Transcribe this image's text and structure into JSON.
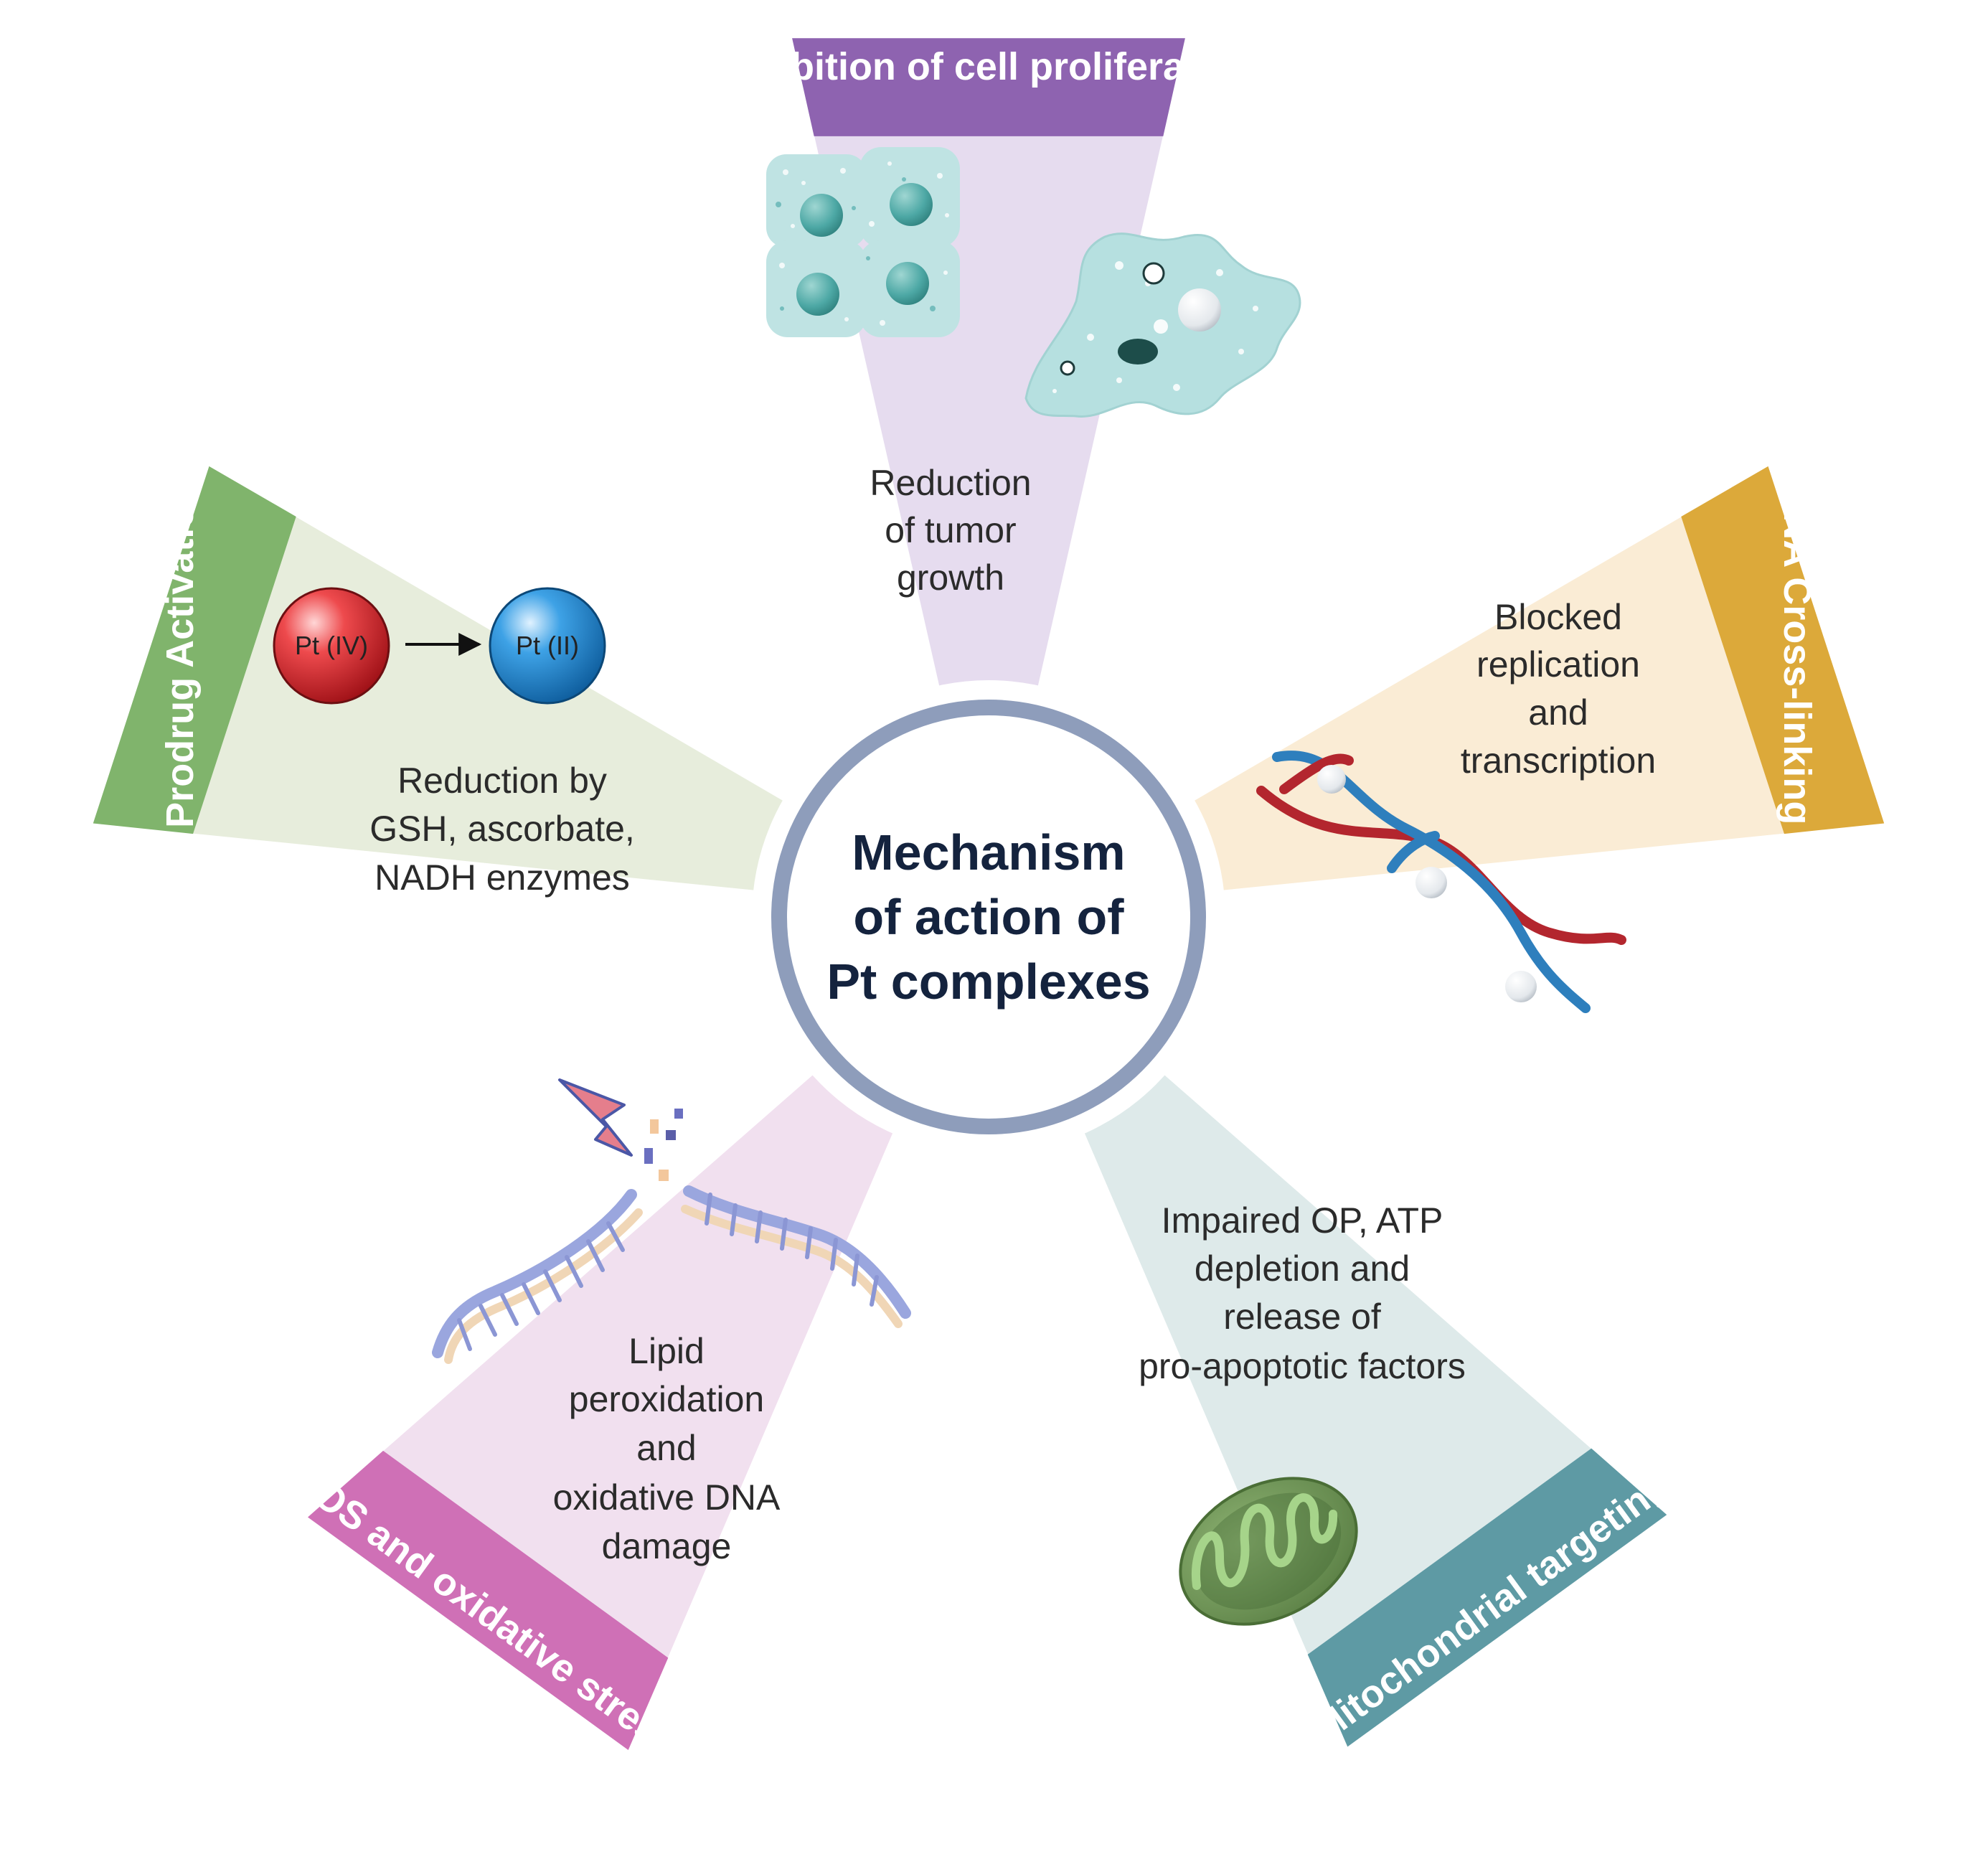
{
  "center": {
    "lines": [
      "Mechanism",
      "of action of",
      "Pt complexes"
    ]
  },
  "sectors": [
    {
      "id": "proliferation",
      "title": "Inhibition of cell proliferation",
      "description": [
        "Reduction",
        "of tumor",
        "growth"
      ],
      "band_color": "#8e63b0",
      "fill_color": "#e6dcef"
    },
    {
      "id": "dna-crosslinking",
      "title": "DNA Cross-linking",
      "description": [
        "Blocked",
        "replication",
        "and",
        "transcription"
      ],
      "band_color": "#dca93a",
      "fill_color": "#faecd5"
    },
    {
      "id": "mitochondrial",
      "title": "Mitochondrial targeting",
      "description": [
        "Impaired OP, ATP",
        "depletion and",
        "release of",
        "pro-apoptotic factors"
      ],
      "band_color": "#5e9aa4",
      "fill_color": "#deeaea"
    },
    {
      "id": "ros",
      "title": "ROS and oxidative stress",
      "description": [
        "Lipid",
        "peroxidation",
        "and",
        "oxidative DNA",
        "damage"
      ],
      "band_color": "#cf70b6",
      "fill_color": "#f1e0ef"
    },
    {
      "id": "prodrug",
      "title": "Prodrug Activation",
      "description": [
        "Reduction by",
        "GSH, ascorbate,",
        "NADH  enzymes"
      ],
      "band_color": "#80b46c",
      "fill_color": "#e7eddc"
    }
  ],
  "prodrug_conversion": {
    "from_label": "Pt (IV)",
    "to_label": "Pt (II)",
    "from_color": "#d9262b",
    "to_color": "#2a8fd6"
  },
  "colors": {
    "ring": "#8e9dbb",
    "dna_red": "#b3262e",
    "dna_blue": "#2e7fbd",
    "cell": "#b6e0e0",
    "cell_nucleus": "#4da8a5",
    "mito_outer": "#6e9a55",
    "mito_inner": "#a6d48a"
  }
}
